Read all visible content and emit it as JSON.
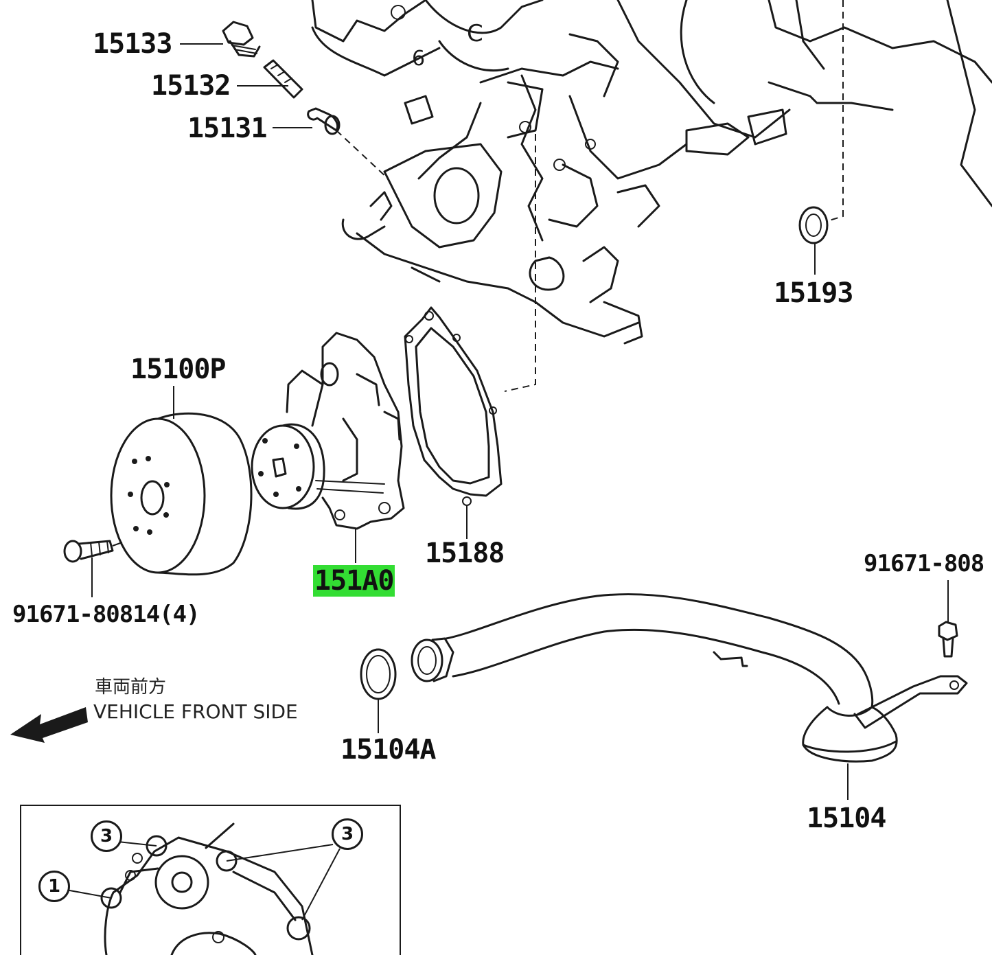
{
  "labels": {
    "p15133": "15133",
    "p15132": "15132",
    "p15131": "15131",
    "p15193": "15193",
    "p15100P": "15100P",
    "p151A0": "151A0",
    "p15188": "15188",
    "p91671_left": "91671-80814(4)",
    "p91671_right": "91671-808",
    "p15104A": "15104A",
    "p15104": "15104"
  },
  "direction_note": {
    "japanese": "車両前方",
    "english": "VEHICLE FRONT SIDE"
  },
  "detail_inset": {
    "callouts": [
      "3",
      "3",
      "1"
    ]
  },
  "highlight_color": "#33dd33"
}
